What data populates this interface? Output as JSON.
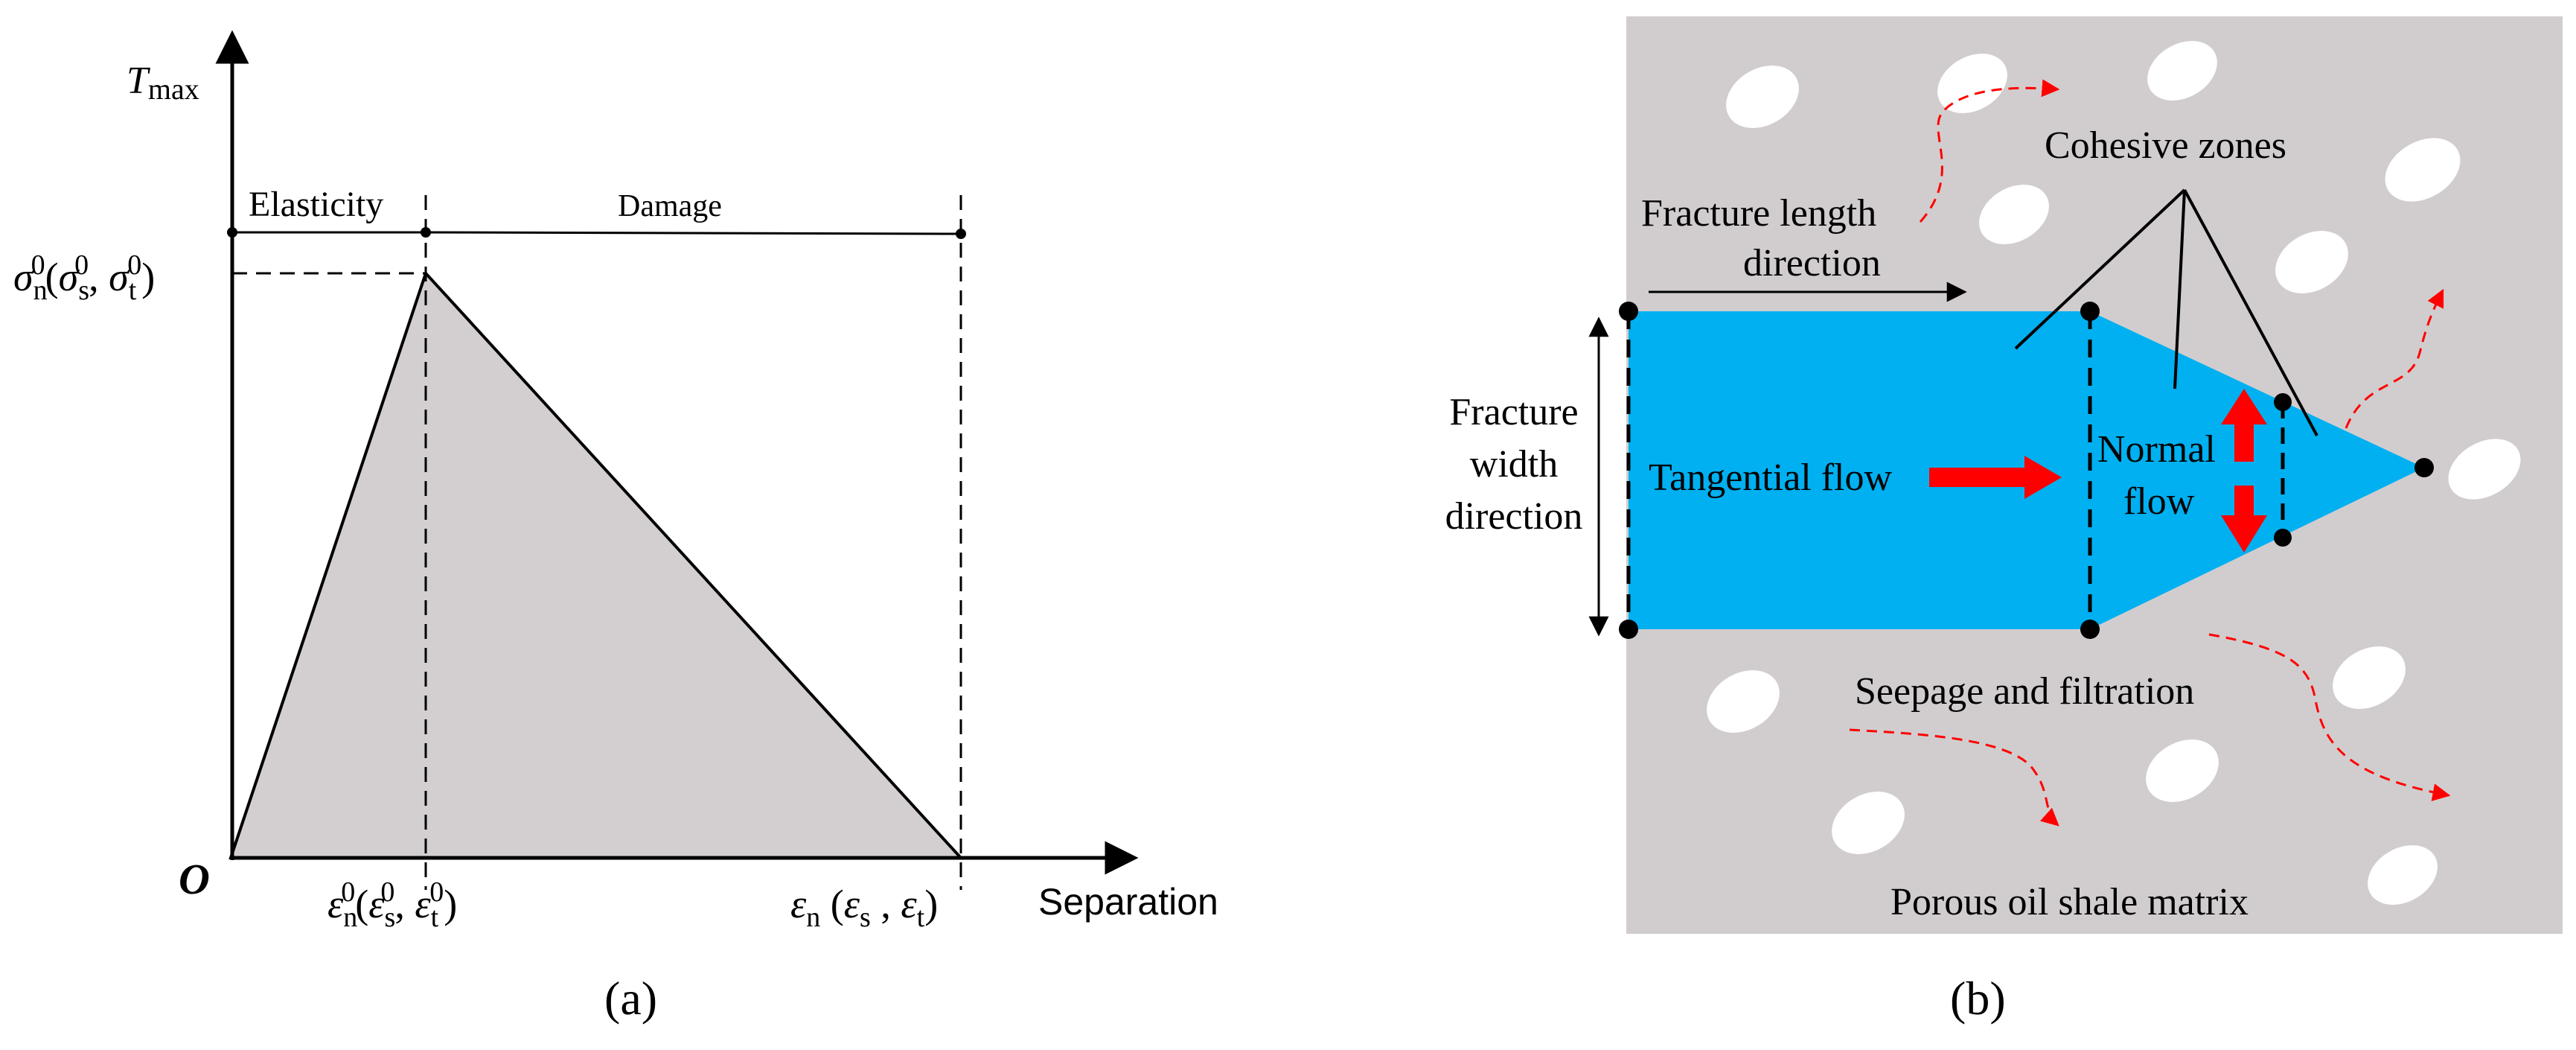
{
  "panel_a": {
    "caption": "(a)",
    "y_axis_label": "T",
    "y_axis_label_sub": "max",
    "x_axis_label": "Separation",
    "origin_label": "O",
    "region_elasticity": "Elasticity",
    "region_damage": "Damage",
    "peak_stress_label": {
      "n": "σ",
      "n_sub": "n",
      "n_sup": "0",
      "open": "(",
      "s": "σ",
      "s_sub": "s",
      "s_sup": "0",
      "comma": ", ",
      "t": "σ",
      "t_sub": "t",
      "t_sup": "0",
      "close": ")"
    },
    "initiation_strain_label": {
      "n": "ε",
      "n_sub": "n",
      "n_sup": "0",
      "open": "(",
      "s": "ε",
      "s_sub": "s",
      "s_sup": "0",
      "comma": ", ",
      "t": "ε",
      "t_sub": "t",
      "t_sup": "0",
      "close": ")"
    },
    "failure_strain_label": {
      "n": "ε",
      "n_sub": "n",
      "open": " (",
      "s": "ε",
      "s_sub": "s",
      "comma": " , ",
      "t": "ε",
      "t_sub": "t",
      "close": ")"
    },
    "colors": {
      "area_fill": "#d3cfd0",
      "line": "#000000"
    }
  },
  "panel_b": {
    "caption": "(b)",
    "cohesive_zones": "Cohesive zones",
    "fracture_length_direction": [
      "Fracture length",
      "direction"
    ],
    "fracture_width_direction": [
      "Fracture",
      "width",
      "direction"
    ],
    "tangential_flow": "Tangential flow",
    "normal_flow": [
      "Normal",
      "flow"
    ],
    "seepage": "Seepage and filtration",
    "matrix": "Porous oil shale matrix",
    "colors": {
      "matrix_fill": "#d1cdce",
      "fracture_fill": "#00b0f0",
      "flow_arrow": "#ff0000",
      "pores": "#ffffff",
      "seepage_path": "#ff0000"
    }
  }
}
